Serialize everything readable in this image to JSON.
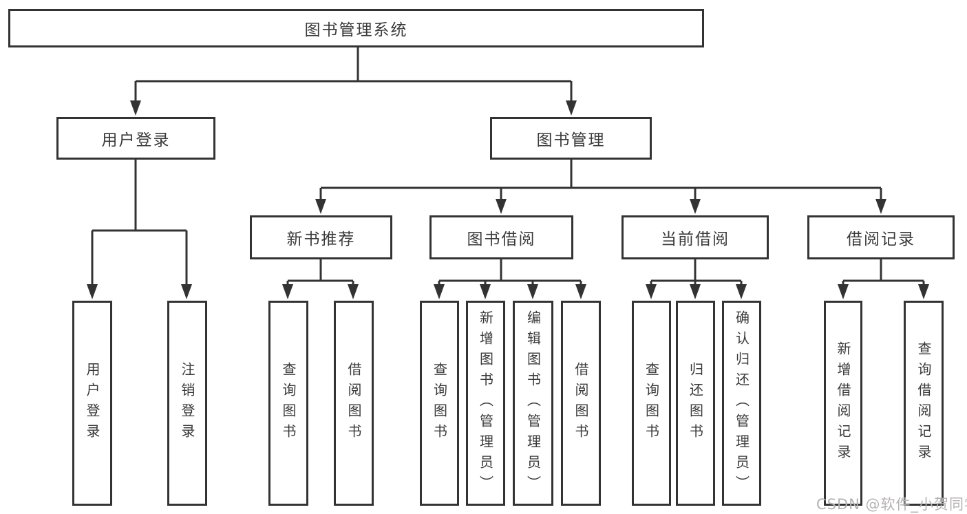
{
  "colors": {
    "line": "#333333",
    "text": "#3a3a3a",
    "watermark": "#b5b2b2",
    "background": "#ffffff"
  },
  "tree": {
    "root": {
      "label": "图书管理系统",
      "children": [
        {
          "label": "用户登录",
          "children": [
            {
              "label": "用户登录"
            },
            {
              "label": "注销登录"
            }
          ]
        },
        {
          "label": "图书管理",
          "children": [
            {
              "label": "新书推荐",
              "children": [
                {
                  "label": "查询图书"
                },
                {
                  "label": "借阅图书"
                }
              ]
            },
            {
              "label": "图书借阅",
              "children": [
                {
                  "label": "查询图书"
                },
                {
                  "label": "新增图书（管理员）"
                },
                {
                  "label": "编辑图书（管理员）"
                },
                {
                  "label": "借阅图书"
                }
              ]
            },
            {
              "label": "当前借阅",
              "children": [
                {
                  "label": "查询图书"
                },
                {
                  "label": "归还图书"
                },
                {
                  "label": "确认归还（管理员）"
                }
              ]
            },
            {
              "label": "借阅记录",
              "children": [
                {
                  "label": "新增借阅记录"
                },
                {
                  "label": "查询借阅记录"
                }
              ]
            }
          ]
        }
      ]
    }
  },
  "watermark": {
    "text": "CSDN @软件_小贺同学"
  }
}
